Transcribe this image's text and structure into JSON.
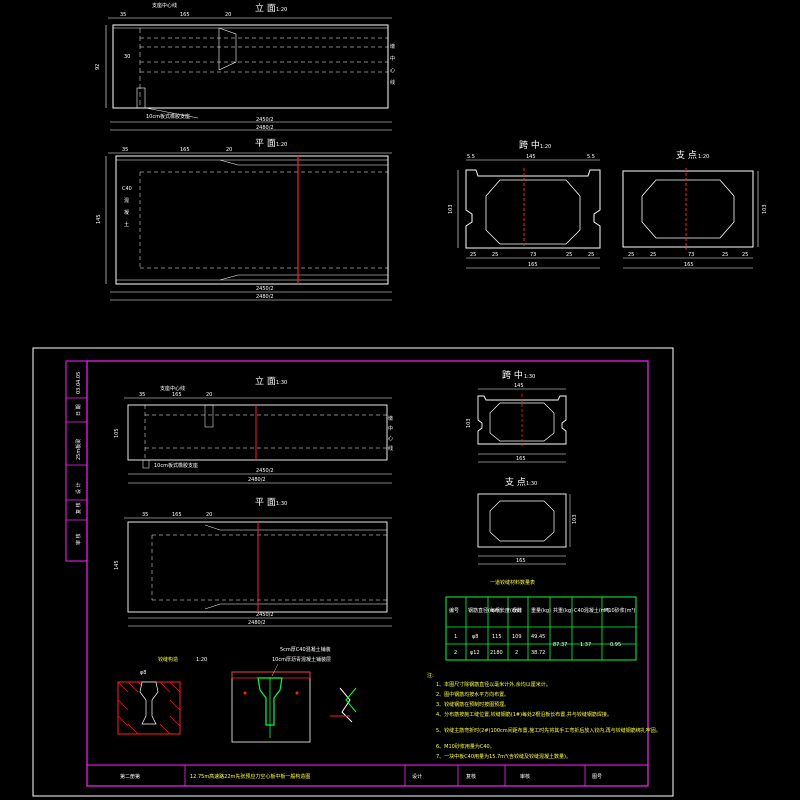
{
  "top": {
    "elev_title": "立 面",
    "elev_scale": "1:20",
    "support_center": "支座中心线",
    "d_35": "35",
    "d_165": "165",
    "d_20": "20",
    "d_30": "30",
    "d_92": "92",
    "side_text": [
      "墩",
      "中",
      "心",
      "线"
    ],
    "bearing_pad": "10cm板式橡胶支座",
    "dim_half_a": "2450/2",
    "dim_half_b": "2480/2",
    "plan_title": "平 面",
    "plan_scale": "1:20",
    "plan_d1": "35",
    "plan_d2": "165",
    "plan_d3": "20",
    "plan_side": "C40",
    "plan_side2": [
      "混",
      "凝",
      "土"
    ],
    "plan_w": "145",
    "plan_half_a": "2450/2",
    "plan_half_b": "2480/2",
    "mid_title": "跨 中",
    "mid_scale": "1:20",
    "mid_top": "145",
    "mid_top_l": "5.5",
    "mid_top_r": "5.5",
    "mid_h": "103",
    "mid_dims": [
      "25",
      "25",
      "73",
      "25",
      "25"
    ],
    "mid_total": "165",
    "sup_title": "支 点",
    "sup_scale": "1:20",
    "sup_h": "103",
    "sup_dims": [
      "25",
      "25",
      "73",
      "25",
      "25"
    ],
    "sup_total": "165"
  },
  "frame": {
    "side_labels": [
      "审 核",
      "复 核",
      "设 计",
      "25m板梁",
      "日 期",
      "03.04.05"
    ],
    "elev_title": "立 面",
    "elev_scale": "1:30",
    "support_center": "支座中心线",
    "d_35": "35",
    "d_165": "165",
    "d_20": "20",
    "d_105": "105",
    "bearing_pad": "10cm板式橡胶支座",
    "half_a": "2450/2",
    "half_b": "2480/2",
    "side_text": [
      "墩",
      "中",
      "心",
      "线"
    ],
    "plan_title": "平 面",
    "plan_scale": "1:30",
    "plan_d1": "35",
    "plan_d2": "165",
    "plan_d3": "20",
    "plan_w": "145",
    "plan_half_a": "2450/2",
    "plan_half_b": "2480/2",
    "mid_title": "跨 中",
    "mid_scale": "1:30",
    "mid_top": "145",
    "mid_h": "103",
    "mid_total": "165",
    "sup_title": "支 点",
    "sup_scale": "1:30",
    "sup_h": "103",
    "sup_total": "165",
    "table": {
      "title": "一道铰缝材料数量表",
      "headers": [
        "编号",
        "钢筋直径(mm)",
        "每根长度(cm)",
        "根数",
        "重量(kg)",
        "共重(kg)",
        "C40混凝土(m³)",
        "M10砂浆(m³)"
      ],
      "rows": [
        [
          "1",
          "φ8",
          "115",
          "109",
          "49.45",
          "87.37",
          "1.37",
          "0.95"
        ],
        [
          "2",
          "φ12",
          "2180",
          "2",
          "38.72",
          "",
          "",
          ""
        ]
      ]
    },
    "joint_title": "铰缝构造",
    "joint_scale": "1:20",
    "joint_note1": "5cm厚C40混凝土铺装",
    "joint_note2": "10cm厚沥青混凝土铺装层",
    "joint_label": "φ8",
    "notes_title": "注:",
    "notes": [
      "1、本图尺寸除钢筋直径以毫米计外,余均以厘米计。",
      "2、图中钢筋均按水平方向布置。",
      "3、铰缝钢筋在预制时按图预埋。",
      "4、分布筋按施工缝位置,铰缝钢筋(1#)每处2根沿板长布置,并与铰缝钢筋焊接。",
      "5、铰缝主筋弯折时(2#)100cm间距布置,施工时先将其手工弯折后放入铰内,再与铰缝钢筋绑扎牢固。",
      "6、M10砂浆用量为C40。",
      "7、一块中板C40用量为15.7m³(含铰缝及铰缝混凝土数量)。"
    ],
    "title_block": {
      "left": "第二册第",
      "project": "12.75m高速路22m先张预应力空心板中板一般构造图",
      "design": "设计",
      "check": "复核",
      "review": "审核",
      "drawing_no": "图号"
    }
  },
  "colors": {
    "cad_white": "#ffffff",
    "cad_red": "#ff2020",
    "cad_magenta": "#ff20ff",
    "cad_green": "#00ff40",
    "cad_yellow": "#ffff40"
  }
}
